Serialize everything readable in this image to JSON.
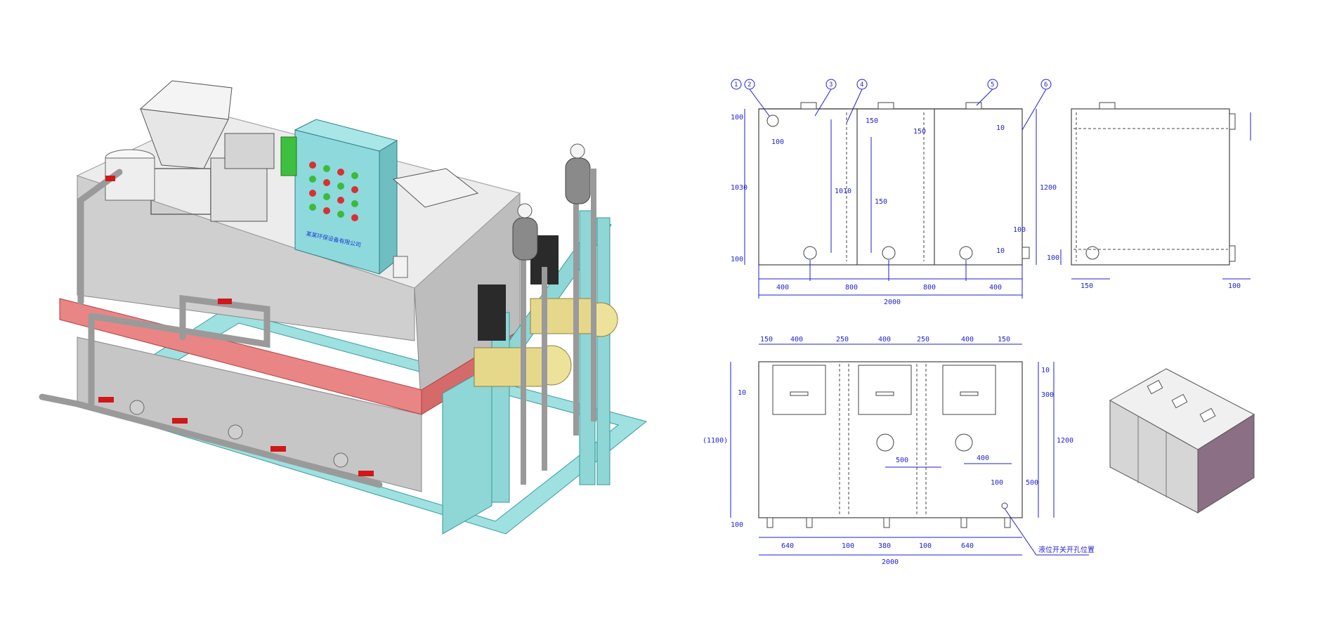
{
  "panel_text": "某某环保设备有限公司",
  "callouts": [
    "1",
    "2",
    "3",
    "4",
    "5",
    "6"
  ],
  "front_view": {
    "top_dims": [
      "150",
      "100"
    ],
    "left_dims": [
      "100",
      "1030",
      "100"
    ],
    "inner_dims": [
      "150",
      "1010",
      "150",
      "10"
    ],
    "bottom_segments": [
      "400",
      "800",
      "800",
      "400"
    ],
    "total": "2000",
    "right_dims": [
      "1200",
      "100",
      "10"
    ]
  },
  "side_view": {
    "dims": [
      "100",
      "150",
      "100"
    ]
  },
  "top_view": {
    "top_segments": [
      "150",
      "400",
      "250",
      "400",
      "250",
      "400",
      "150"
    ],
    "left_dims": [
      "(1100)",
      "10",
      "100"
    ],
    "inner_dims": [
      "500",
      "400",
      "100"
    ],
    "right_dims": [
      "300",
      "1200",
      "500",
      "10"
    ],
    "bottom_segments": [
      "640",
      "100",
      "380",
      "100",
      "640"
    ],
    "total": "2000",
    "note": "液位开关开孔位置"
  },
  "colors": {
    "tank": "#c8c8c8",
    "band": "#e67878",
    "frame": "#8fd6d6",
    "cabinet": "#8ed9dc",
    "valve": "#d01818",
    "pump": "#ede29a",
    "line": "#1f1fd0"
  }
}
